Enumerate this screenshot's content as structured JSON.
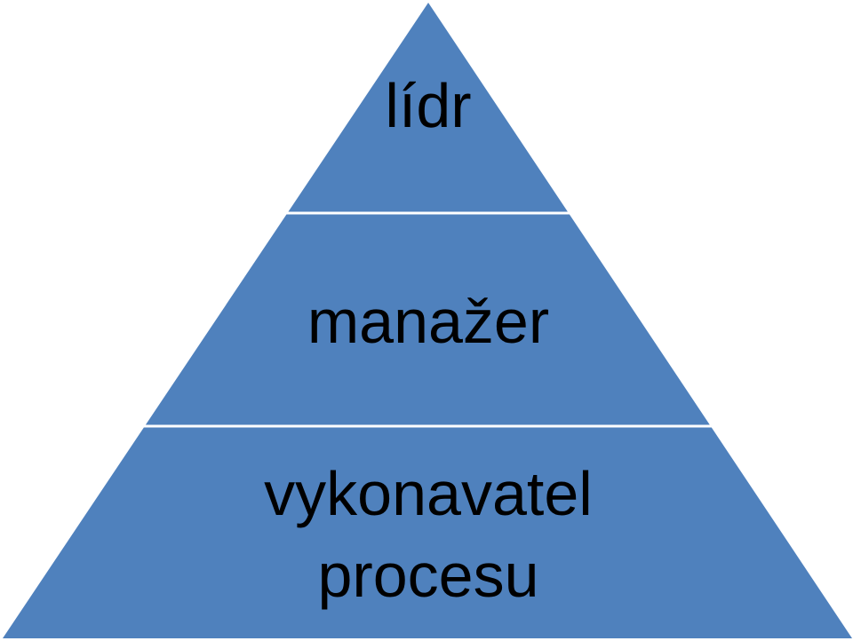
{
  "diagram": {
    "type": "pyramid",
    "fill_color": "#4f81bd",
    "divider_color": "#ffffff",
    "text_color": "#000000",
    "levels": [
      {
        "lines": [
          "lídr"
        ]
      },
      {
        "lines": [
          "manažer"
        ]
      },
      {
        "lines": [
          "vykonavatel",
          "procesu"
        ]
      }
    ]
  }
}
